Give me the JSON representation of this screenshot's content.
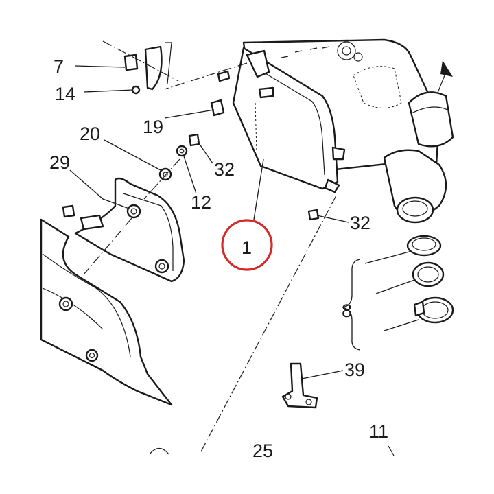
{
  "diagram": {
    "highlight_color": "#d42a2a",
    "line_color": "#1a1a1a",
    "highlighted_part": "1",
    "callouts": [
      {
        "id": "7",
        "label": "7"
      },
      {
        "id": "14",
        "label": "14"
      },
      {
        "id": "19",
        "label": "19"
      },
      {
        "id": "20",
        "label": "20"
      },
      {
        "id": "29",
        "label": "29"
      },
      {
        "id": "32a",
        "label": "32"
      },
      {
        "id": "12",
        "label": "12"
      },
      {
        "id": "1",
        "label": "1"
      },
      {
        "id": "32b",
        "label": "32"
      },
      {
        "id": "8",
        "label": "8"
      },
      {
        "id": "39",
        "label": "39"
      },
      {
        "id": "11",
        "label": "11"
      },
      {
        "id": "25",
        "label": "25"
      }
    ]
  }
}
